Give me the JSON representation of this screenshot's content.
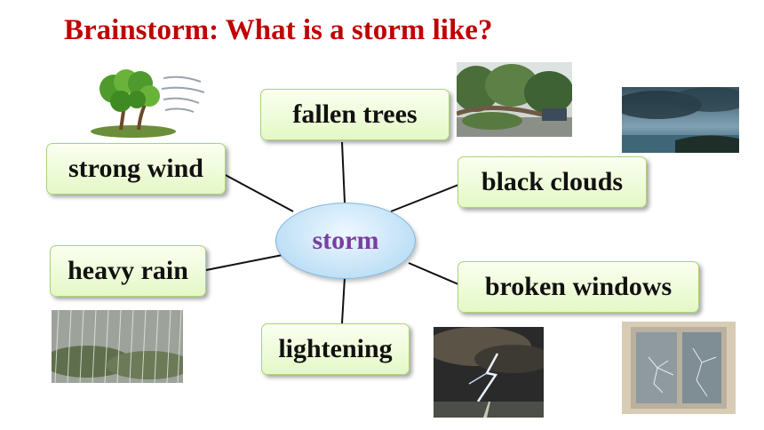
{
  "title": "Brainstorm: What is a storm like?",
  "center": "storm",
  "nodes": {
    "fallen_trees": "fallen trees",
    "strong_wind": "strong wind",
    "black_clouds": "black clouds",
    "heavy_rain": "heavy rain",
    "broken_windows": "broken windows",
    "lightening": "lightening"
  },
  "pictures": {
    "wind": "wind-blown-trees-clipart",
    "fallen": "fallen-trees-photo",
    "clouds": "dark-clouds-photo",
    "rain": "heavy-rain-photo",
    "lightning": "lightning-photo",
    "window": "broken-window-photo"
  },
  "colors": {
    "title": "#c00000",
    "box_border": "#a9d47a",
    "center_text": "#7a3fa0"
  }
}
